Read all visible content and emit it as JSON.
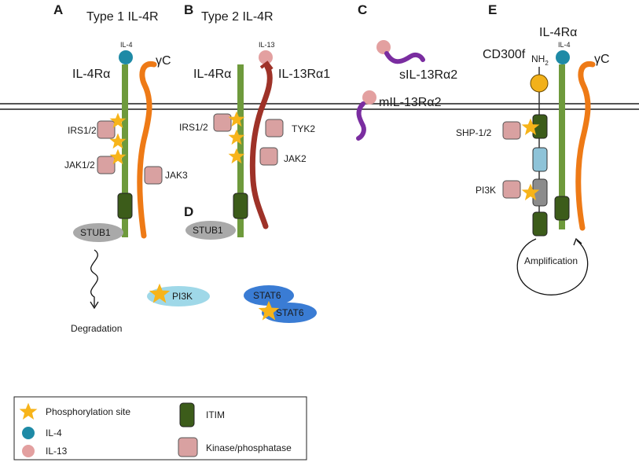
{
  "panels": {
    "a": {
      "letter": "A",
      "title": "Type 1 IL-4R",
      "receptor": "IL-4Rα",
      "chain": "γC",
      "ligand": "IL-4",
      "irs": "IRS1/2",
      "jak": "JAK1/2",
      "jak3": "JAK3",
      "stub": "STUB1",
      "degradation": "Degradation"
    },
    "b": {
      "letter": "B",
      "title": "Type 2 IL-4R",
      "receptor": "IL-4Rα",
      "chain": "IL-13Rα1",
      "ligand": "IL-13",
      "irs": "IRS1/2",
      "tyk2": "TYK2",
      "jak2": "JAK2"
    },
    "c": {
      "letter": "C",
      "soluble": "sIL-13Rα2",
      "membrane": "mIL-13Rα2"
    },
    "d": {
      "letter": "D",
      "stub": "STUB1",
      "pi3k": "PI3K",
      "stat6a": "STAT6",
      "stat6b": "STAT6"
    },
    "e": {
      "letter": "E",
      "receptor": "IL-4Rα",
      "cd300f": "CD300f",
      "nh2": "NH",
      "nh2_sub": "2",
      "ligand": "IL-4",
      "chain": "γC",
      "shp": "SHP-1/2",
      "pi3k": "PI3K",
      "amplification": "Amplification"
    }
  },
  "legend": {
    "phospho": "Phosphorylation site",
    "il4": "IL-4",
    "il13": "IL-13",
    "itim": "ITIM",
    "kinase": "Kinase/phosphatase"
  },
  "colors": {
    "green": "#6e9a3c",
    "orange": "#ee7a16",
    "darkred": "#9e3228",
    "purple": "#7a2da0",
    "teal": "#1e8aa6",
    "pink": "#e3a0a0",
    "kinase": "#d9a1a1",
    "itim": "#3c5c1a",
    "star": "#f7b41a",
    "stat6": "#3a7cd4",
    "pi3k_ellipse": "#9fd8e8"
  }
}
